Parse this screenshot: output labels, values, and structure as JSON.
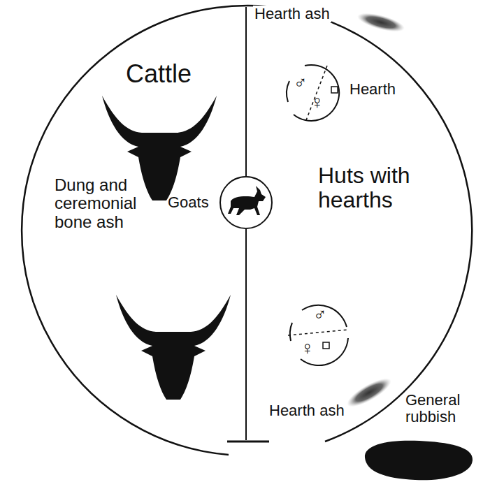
{
  "diagram": {
    "nodes": [
      {
        "text": [
          "Goats"
        ]
      },
      {
        "text": [
          "♂",
          "♀",
          "Hearth"
        ]
      },
      {
        "text": [
          "♂",
          "♀"
        ]
      },
      {
        "text": [
          "General rubbish"
        ]
      }
    ],
    "labels": [
      "Cattle",
      "Dung and ceremonial bone ash",
      "Huts with hearths",
      "Hearth ash",
      "Hearth ash"
    ]
  }
}
